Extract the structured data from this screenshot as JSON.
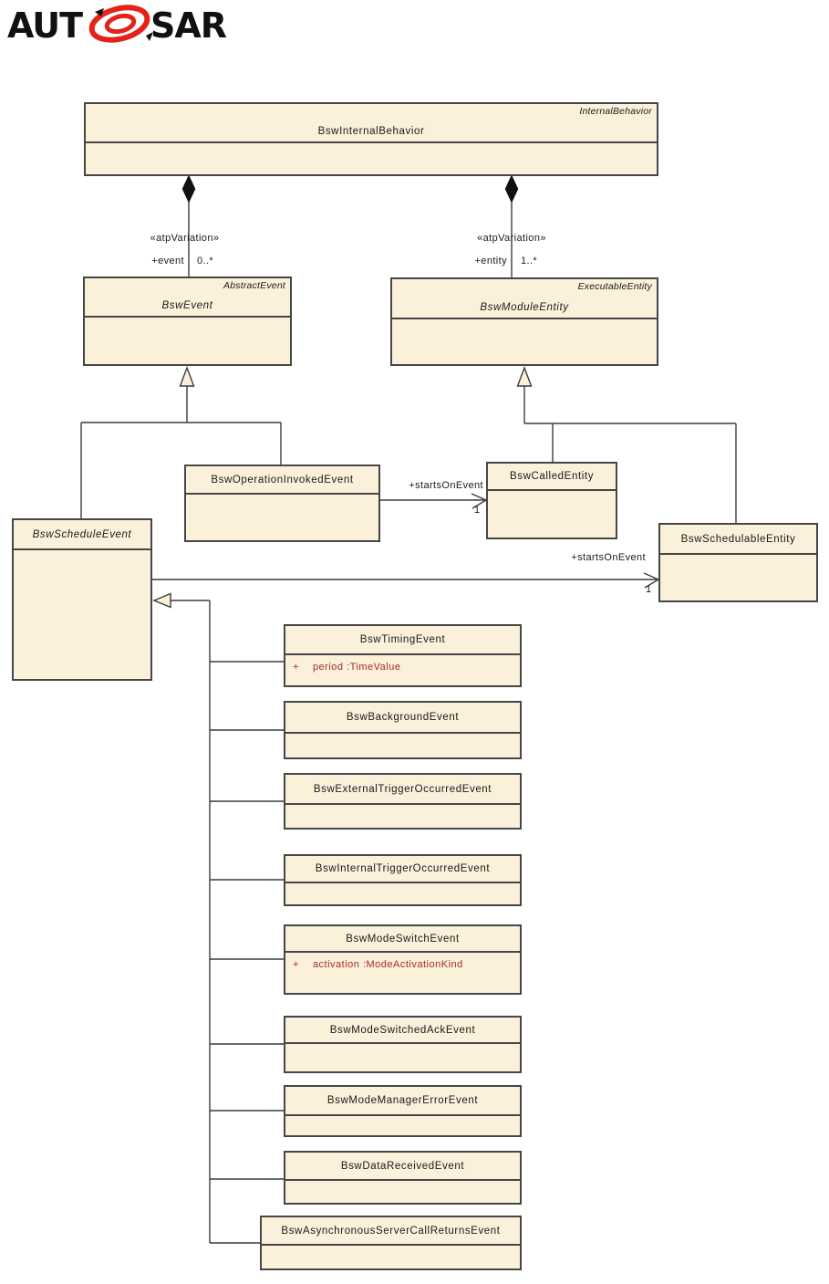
{
  "logo": {
    "text_left": "AUT",
    "text_right": "SAR",
    "text_color": "#111111",
    "o_color": "#E2231A"
  },
  "colors": {
    "box_fill": "#FBF0DA",
    "box_border": "#464646",
    "line": "#3C3C3C",
    "attribute_text": "#A52A2A"
  },
  "classes": [
    {
      "id": "bsw-internal-behavior",
      "base": "InternalBehavior",
      "name": "BswInternalBehavior",
      "abstract": false
    },
    {
      "id": "bsw-event",
      "base": "AbstractEvent",
      "name": "BswEvent",
      "abstract": true
    },
    {
      "id": "bsw-module-entity",
      "base": "ExecutableEntity",
      "name": "BswModuleEntity",
      "abstract": true
    },
    {
      "id": "bsw-operation-invoked-event",
      "name": "BswOperationInvokedEvent",
      "abstract": false
    },
    {
      "id": "bsw-called-entity",
      "name": "BswCalledEntity",
      "abstract": false
    },
    {
      "id": "bsw-schedule-event",
      "name": "BswScheduleEvent",
      "abstract": true
    },
    {
      "id": "bsw-schedulable-entity",
      "name": "BswSchedulableEntity",
      "abstract": false
    },
    {
      "id": "bsw-timing-event",
      "name": "BswTimingEvent",
      "abstract": false,
      "attribute": {
        "visibility": "+",
        "text": "period :TimeValue"
      }
    },
    {
      "id": "bsw-background-event",
      "name": "BswBackgroundEvent",
      "abstract": false
    },
    {
      "id": "bsw-external-trigger-occurred-event",
      "name": "BswExternalTriggerOccurredEvent",
      "abstract": false
    },
    {
      "id": "bsw-internal-trigger-occurred-event",
      "name": "BswInternalTriggerOccurredEvent",
      "abstract": false
    },
    {
      "id": "bsw-mode-switch-event",
      "name": "BswModeSwitchEvent",
      "abstract": false,
      "attribute": {
        "visibility": "+",
        "text": "activation :ModeActivationKind"
      }
    },
    {
      "id": "bsw-mode-switched-ack-event",
      "name": "BswModeSwitchedAckEvent",
      "abstract": false
    },
    {
      "id": "bsw-mode-manager-error-event",
      "name": "BswModeManagerErrorEvent",
      "abstract": false
    },
    {
      "id": "bsw-data-received-event",
      "name": "BswDataReceivedEvent",
      "abstract": false
    },
    {
      "id": "bsw-asynchronous-server-call-returns-event",
      "name": "BswAsynchronousServerCallReturnsEvent",
      "abstract": false
    }
  ],
  "connectors": {
    "left_composition": {
      "stereotype": "«atpVariation»",
      "role": "+event",
      "multiplicity": "0..*"
    },
    "right_composition": {
      "stereotype": "«atpVariation»",
      "role": "+entity",
      "multiplicity": "1..*"
    },
    "starts_on_event_called": {
      "label": "+startsOnEvent",
      "multiplicity": "1"
    },
    "starts_on_event_schedulable": {
      "label": "+startsOnEvent",
      "multiplicity": "1"
    }
  }
}
